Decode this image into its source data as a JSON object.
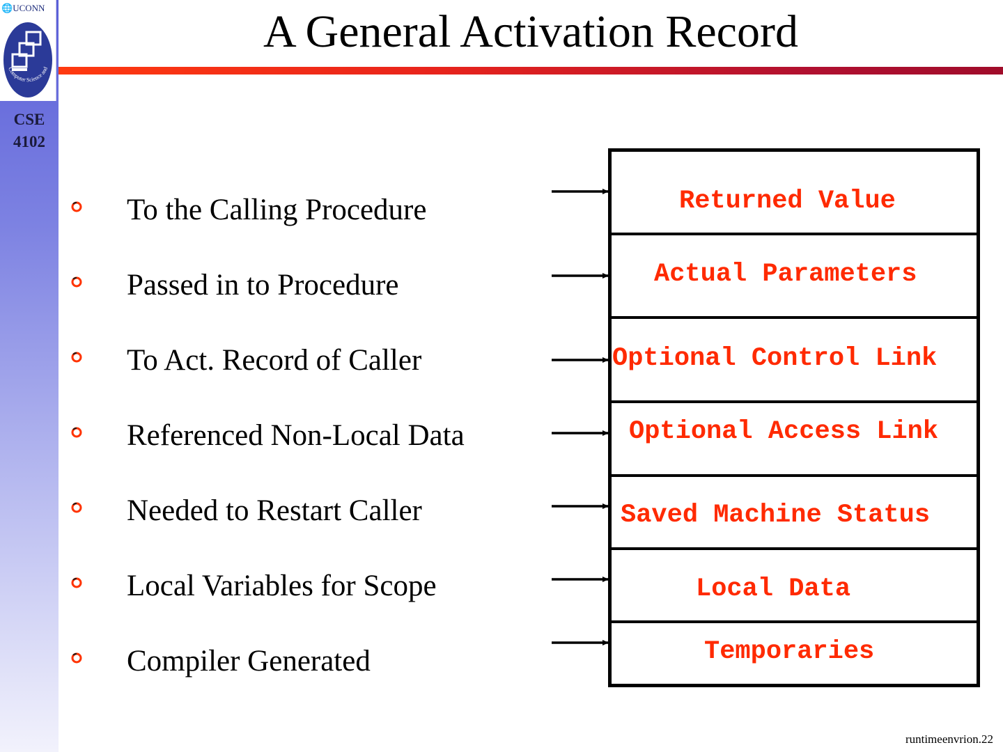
{
  "sidebar": {
    "logo_text": "UCONN",
    "seal_text": "Computer Science and Engineering",
    "course_line1": "CSE",
    "course_line2": "4102"
  },
  "slide": {
    "title": "A General Activation Record",
    "footer": "runtimeenvrion.22"
  },
  "bullets": [
    "To the Calling Procedure",
    "Passed in to Procedure",
    "To Act. Record of Caller",
    "Referenced Non-Local Data",
    "Needed to Restart Caller",
    "Local Variables for Scope",
    "Compiler Generated"
  ],
  "record_fields": [
    "Returned Value",
    "Actual Parameters",
    "Optional Control Link",
    "Optional Access Link",
    "Saved Machine Status",
    "Local Data",
    "Temporaries"
  ],
  "colors": {
    "field_text": "#ff2a00",
    "bullet_marker": "#ff3300",
    "title_bar": "#e8241c"
  }
}
